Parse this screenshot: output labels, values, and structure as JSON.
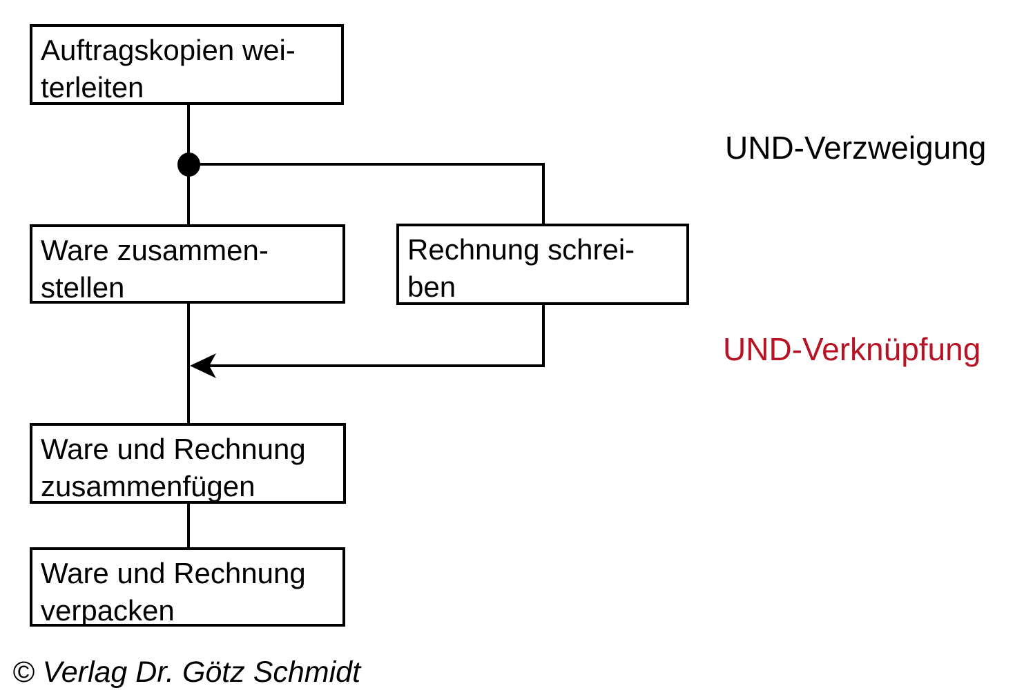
{
  "diagram": {
    "boxes": {
      "auftrag": {
        "line1": "Auftragskopien wei-",
        "line2": "terleiten"
      },
      "ware_zusammenstellen": {
        "line1": "Ware zusammen-",
        "line2": "stellen"
      },
      "rechnung_schreiben": {
        "line1": "Rechnung schrei-",
        "line2": "ben"
      },
      "zusammenfuegen": {
        "line1": "Ware und Rechnung",
        "line2": "zusammenfügen"
      },
      "verpacken": {
        "line1": "Ware und Rechnung",
        "line2": "verpacken"
      }
    },
    "annotations": {
      "verzweigung": {
        "label": "UND-Verzweigung",
        "color": "#000000"
      },
      "verknuepfung": {
        "label": "UND-Verknüpfung",
        "color": "#B81225"
      }
    },
    "footer": {
      "copyright": "© Verlag Dr. Götz Schmidt"
    },
    "colors": {
      "line": "#000000",
      "box_fill": "#ffffff",
      "annotation_red": "#B81225"
    }
  }
}
